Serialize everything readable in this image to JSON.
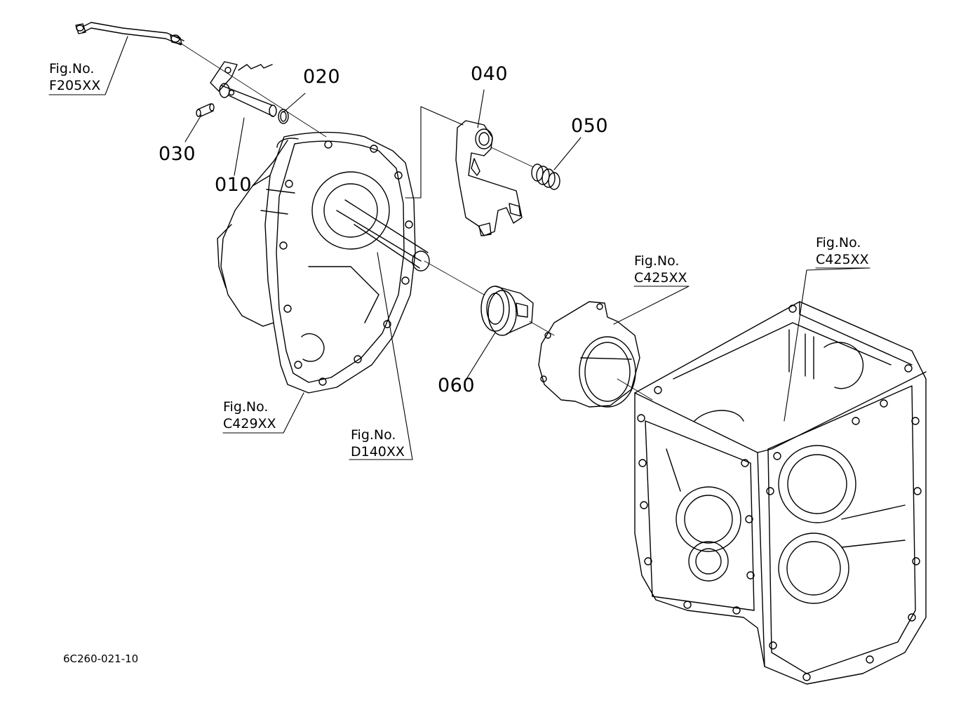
{
  "part_labels": [
    {
      "id": "p010",
      "text": "010"
    },
    {
      "id": "p020",
      "text": "020"
    },
    {
      "id": "p030",
      "text": "030"
    },
    {
      "id": "p040",
      "text": "040"
    },
    {
      "id": "p050",
      "text": "050"
    },
    {
      "id": "p060",
      "text": "060"
    }
  ],
  "figure_refs": [
    {
      "id": "f205",
      "line1": "Fig.No.",
      "line2": "F205XX"
    },
    {
      "id": "c429",
      "line1": "Fig.No.",
      "line2": "C429XX"
    },
    {
      "id": "d140",
      "line1": "Fig.No.",
      "line2": "D140XX"
    },
    {
      "id": "c425a",
      "line1": "Fig.No.",
      "line2": "C425XX"
    },
    {
      "id": "c425b",
      "line1": "Fig.No.",
      "line2": "C425XX"
    }
  ],
  "diagram_code": "6C260-021-10",
  "colors": {
    "ink": "#000000",
    "paper": "#ffffff"
  }
}
